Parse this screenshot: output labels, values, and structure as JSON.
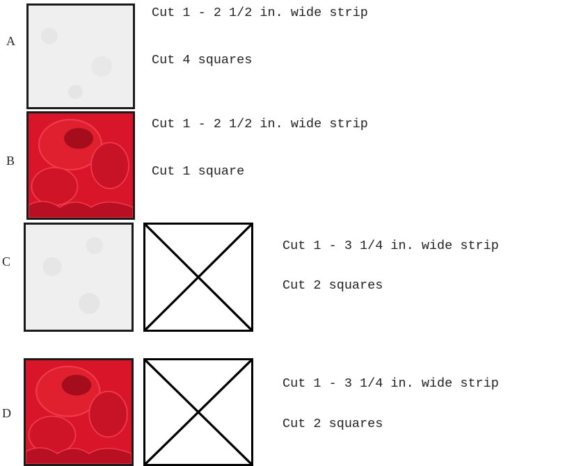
{
  "rows": [
    {
      "letter": "A",
      "fabric": "white",
      "lines": [
        "Cut 1 - 2 1/2 in. wide strip",
        "Cut 4 squares"
      ]
    },
    {
      "letter": "B",
      "fabric": "red",
      "lines": [
        "Cut 1 - 2 1/2 in. wide strip",
        "Cut 1 square"
      ]
    },
    {
      "letter": "C",
      "fabric": "white",
      "lines": [
        "Cut 1 - 3 1/4 in. wide strip",
        "Cut 2 squares"
      ]
    },
    {
      "letter": "D",
      "fabric": "red",
      "lines": [
        "Cut 1 - 3 1/4 in. wide strip",
        "Cut 2 squares"
      ]
    }
  ],
  "colors": {
    "white_fabric": "#efefef",
    "red_fabric": "#d9152a",
    "red_fabric_dark": "#a50d1c",
    "red_fabric_light": "#f03a4c",
    "text": "#222222"
  }
}
